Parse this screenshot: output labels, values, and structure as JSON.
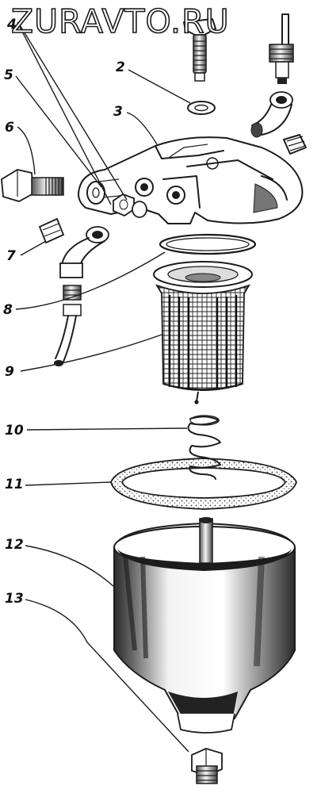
{
  "watermark": "ZURAVTO.RU",
  "callouts": [
    "4",
    "2",
    "3",
    "5",
    "6",
    "7",
    "8",
    "9",
    "10",
    "11",
    "12",
    "13"
  ]
}
